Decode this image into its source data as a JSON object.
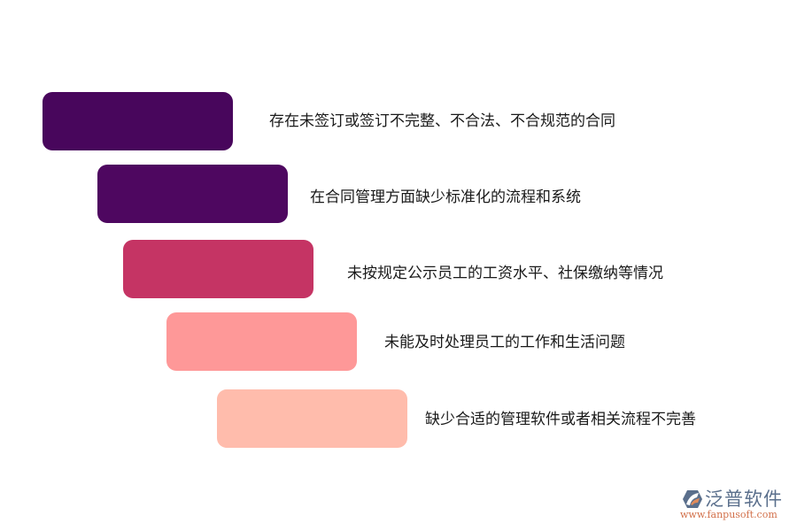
{
  "diagram": {
    "type": "staggered-list",
    "items": [
      {
        "label": "存在未签订或签订不完整、不合法、不合规范的合同",
        "color": "#48065c"
      },
      {
        "label": "在合同管理方面缺少标准化的流程和系统",
        "color": "#4e0760"
      },
      {
        "label": "未按规定公示员工的工资水平、社保缴纳等情况",
        "color": "#c53464"
      },
      {
        "label": "未能及时处理员工的工作和生活问题",
        "color": "#fe9898"
      },
      {
        "label": "缺少合适的管理软件或者相关流程不完善",
        "color": "#ffbcac"
      }
    ]
  },
  "logo": {
    "name": "泛普软件",
    "url": "www.fanpusoft.com",
    "icon": "fanpu-logo-icon"
  }
}
